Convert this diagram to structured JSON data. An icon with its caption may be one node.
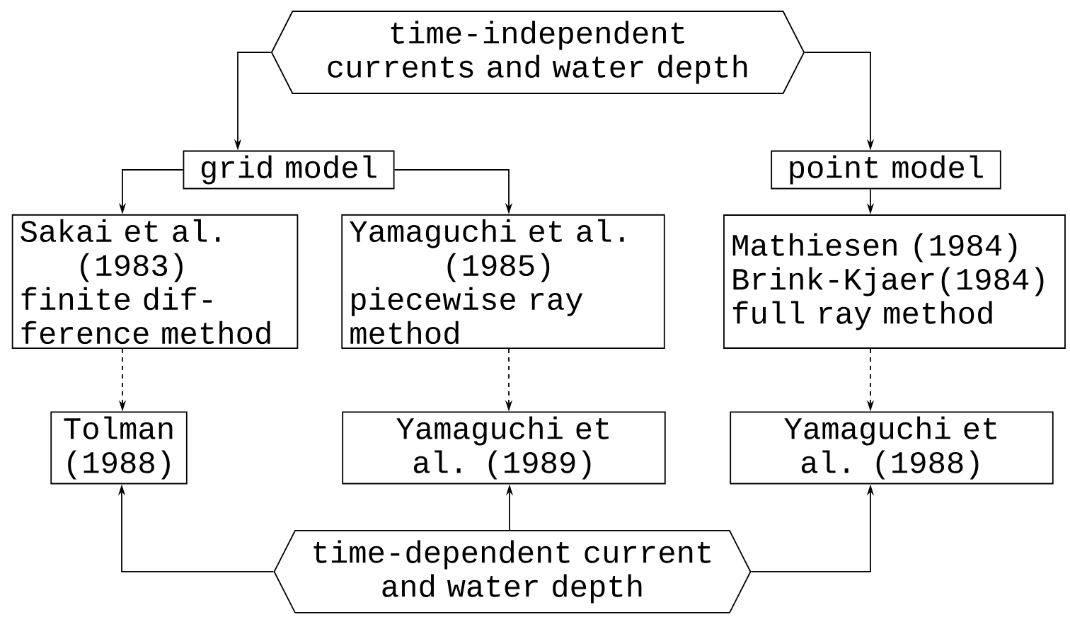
{
  "diagram": {
    "nodes": [
      {
        "text": [
          "time-independent currents and water depth"
        ]
      },
      {
        "text": [
          "grid model"
        ]
      },
      {
        "text": [
          "point model"
        ]
      },
      {
        "text": [
          "Sakai et al. (1983) finite dif- ference method"
        ]
      },
      {
        "text": [
          "Yamaguchi et al. (1985) piecewise ray method"
        ]
      },
      {
        "text": [
          "Mathiesen (1984) Brink-Kjaer(1984) full ray method"
        ]
      },
      {
        "text": [
          "Tolman (1988)"
        ]
      },
      {
        "text": [
          "Yamaguchi et al. (1989)"
        ]
      },
      {
        "text": [
          "Yamaguchi et al. (1988)"
        ]
      },
      {
        "text": [
          "time-dependent current and water depth"
        ]
      }
    ],
    "edges": [
      {
        "from": 0,
        "to": 1,
        "arrow": "to"
      },
      {
        "from": 0,
        "to": 2,
        "arrow": "to"
      },
      {
        "from": 1,
        "to": 3,
        "arrow": "to"
      },
      {
        "from": 1,
        "to": 4,
        "arrow": "to"
      },
      {
        "from": 2,
        "to": 5,
        "arrow": "to"
      },
      {
        "from": 3,
        "to": 6,
        "arrow": "to",
        "style": "dashed"
      },
      {
        "from": 4,
        "to": 7,
        "arrow": "to",
        "style": "dashed"
      },
      {
        "from": 5,
        "to": 8,
        "arrow": "to",
        "style": "dashed"
      },
      {
        "from": 9,
        "to": 6,
        "arrow": "to"
      },
      {
        "from": 9,
        "to": 7,
        "arrow": "to"
      },
      {
        "from": 9,
        "to": 8,
        "arrow": "to"
      }
    ]
  }
}
